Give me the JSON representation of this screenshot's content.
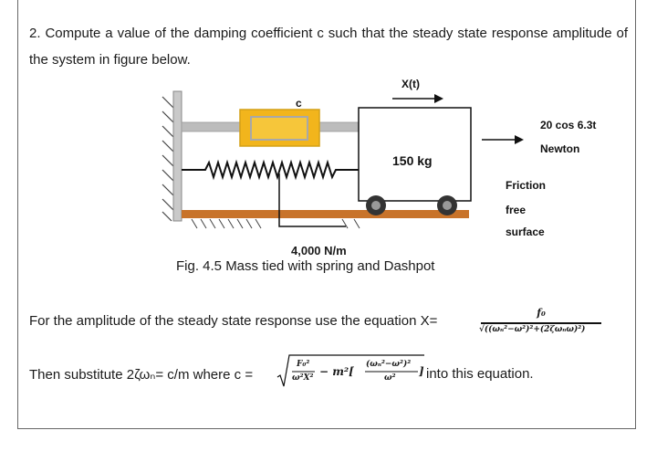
{
  "question": {
    "text": "2. Compute a value of the damping coefficient c such that the steady state response amplitude of the system in figure below."
  },
  "figure": {
    "damper_label": "c",
    "force_direction_label": "X(t)",
    "mass_label": "150 kg",
    "force_value": "20 cos 6.3t",
    "force_unit": "Newton",
    "surface_note": [
      "Friction",
      "free",
      "surface"
    ],
    "spring_label": "4,000 N/m",
    "caption": "Fig. 4.5 Mass tied with spring and Dashpot",
    "colors": {
      "damper_fill": "#f2b51c",
      "damper_border": "#d4a017",
      "rod": "#bcbcbc",
      "floor": "#c8732a",
      "wheel": "#333333"
    }
  },
  "equations": {
    "amplitude_intro": "For the amplitude of the steady state response use the equation X=",
    "amplitude_numerator": "f₀",
    "amplitude_denominator": "√((ωₙ²−ω²)²+(2ζωₙω)²)",
    "substitute_prefix": "Then substitute 2ζωₙ= c/m where c =",
    "substitute_sqrt_frac_num": "F₀²",
    "substitute_sqrt_frac_den": "ω²X²",
    "substitute_sqrt_minus": "− m²[",
    "substitute_sqrt_inner_num": "(ωₙ²−ω²)²",
    "substitute_sqrt_inner_den": "ω²",
    "substitute_sqrt_close": "]",
    "substitute_suffix": "into this equation."
  }
}
